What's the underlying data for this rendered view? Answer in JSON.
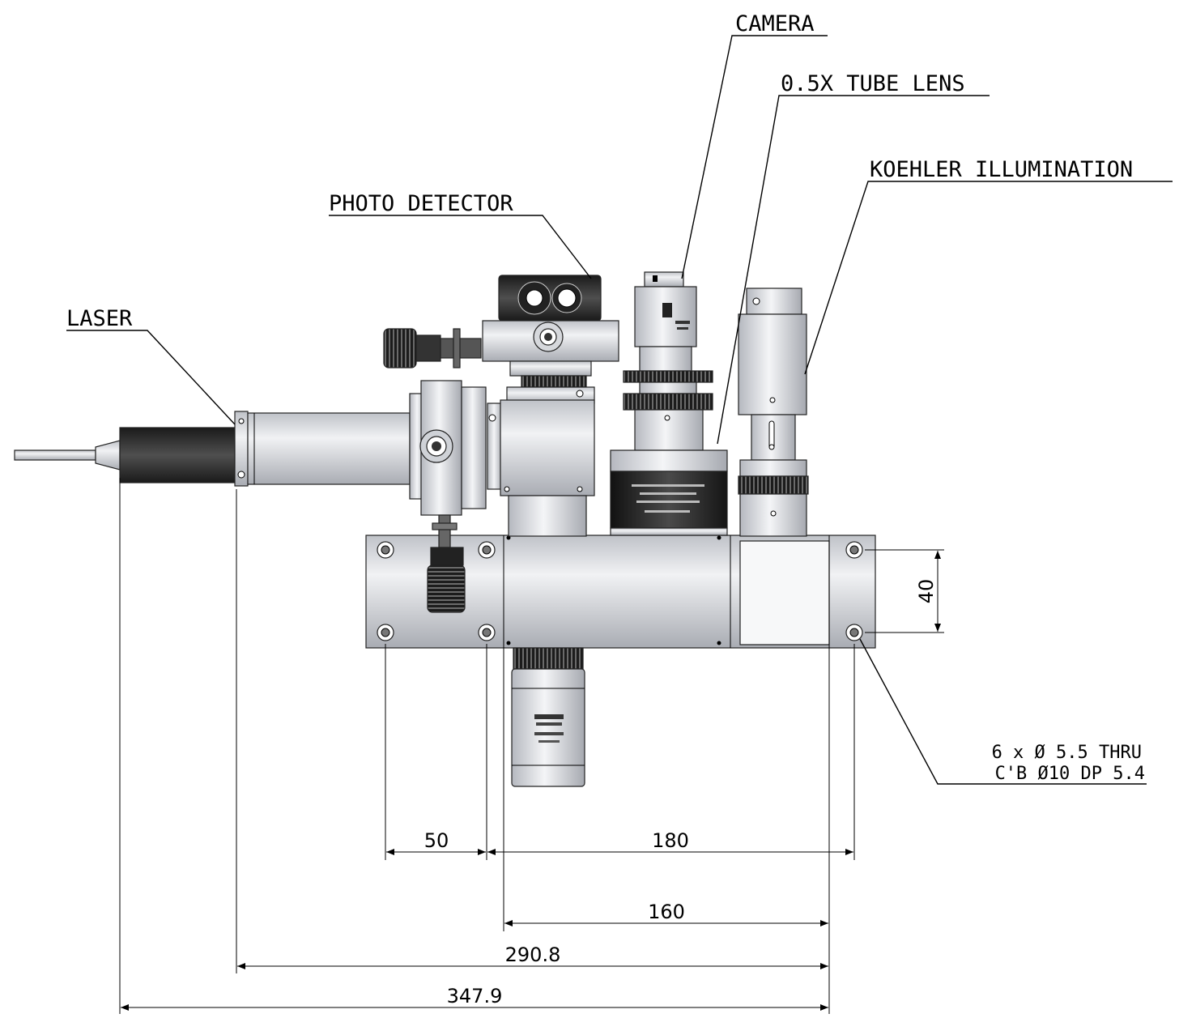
{
  "labels": {
    "camera": "CAMERA",
    "tube_lens": "0.5X TUBE LENS",
    "koehler": "KOEHLER ILLUMINATION",
    "photo_detector": "PHOTO DETECTOR",
    "laser": "LASER"
  },
  "dimensions": {
    "d40": "40",
    "d50": "50",
    "d180": "180",
    "d160": "160",
    "d290": "290.8",
    "d347": "347.9"
  },
  "hole_note": {
    "line1": "6 x Ø 5.5 THRU",
    "line2": "C'B Ø10  DP 5.4"
  },
  "colors": {
    "metal_light": "#e4e6ea",
    "metal_mid": "#b9bcc3",
    "dark_part": "#2b2b2b",
    "black_knurl": "#1a1a1a"
  }
}
